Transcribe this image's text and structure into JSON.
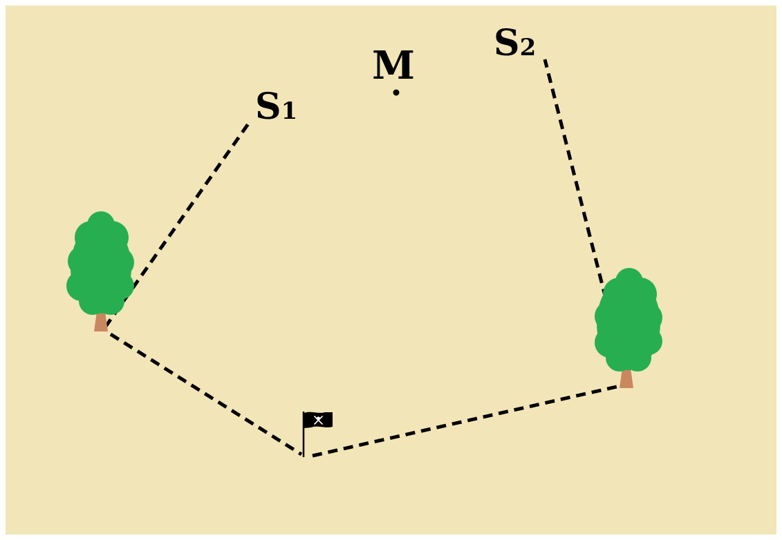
{
  "labels": {
    "m": "M",
    "s1_letter": "S",
    "s1_sub": "1",
    "s2_letter": "S",
    "s2_sub": "2"
  },
  "colors": {
    "background": "#F2E5B8",
    "border": "#FFFFFF",
    "foliage": "#27AE50",
    "trunk": "#C9875F",
    "path": "#000000",
    "flag": "#000000"
  },
  "icons": {
    "tree": "tree-icon",
    "flag": "pirate-flag-icon"
  }
}
